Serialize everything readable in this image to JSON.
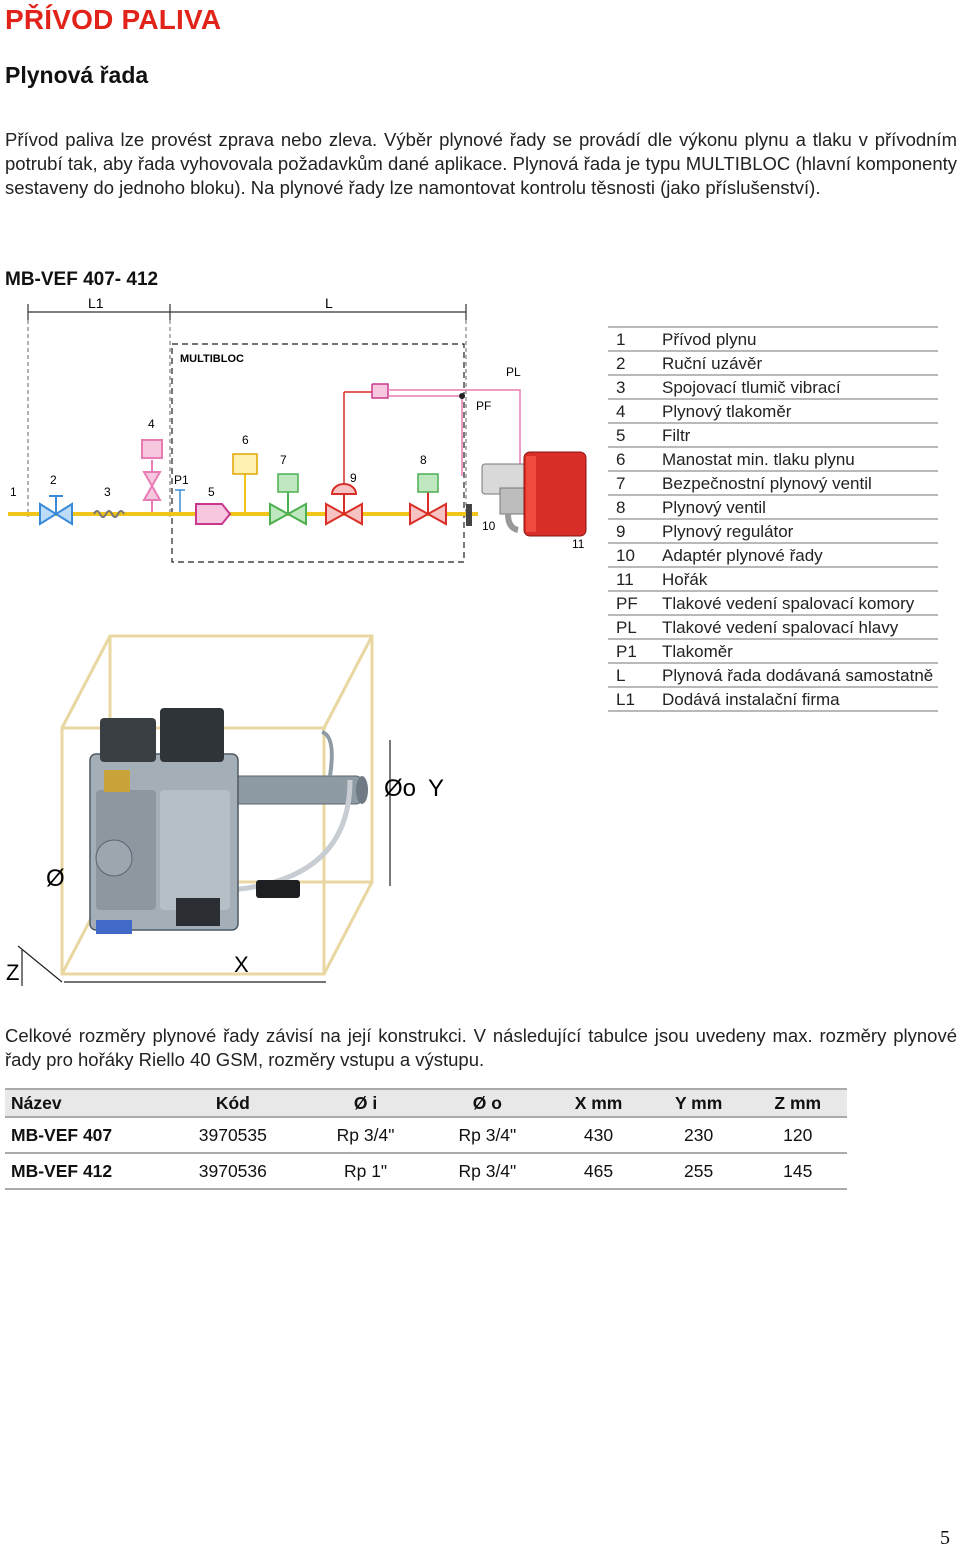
{
  "title": "PŘÍVOD PALIVA",
  "subtitle": "Plynová řada",
  "intro": "Přívod paliva lze provést zprava nebo zleva. Výběr plynové řady se provádí dle výkonu plynu a tlaku v přívodním potrubí tak, aby řada vyhovovala požadavkům dané aplikace. Plynová řada je typu MULTIBLOC (hlavní komponenty sestaveny do jednoho bloku). Na plynové řady lze namontovat kontrolu těsnosti (jako příslušenství).",
  "model_heading": "MB-VEF 407- 412",
  "schematic": {
    "dim_l1": "L1",
    "dim_l": "L",
    "multibloc": "MULTIBLOC",
    "labels": [
      "1",
      "2",
      "3",
      "4",
      "P1",
      "5",
      "6",
      "7",
      "9",
      "8",
      "PL",
      "PF",
      "10",
      "11"
    ]
  },
  "legend": [
    {
      "key": "1",
      "text": "Přívod plynu"
    },
    {
      "key": "2",
      "text": "Ruční uzávěr"
    },
    {
      "key": "3",
      "text": "Spojovací tlumič vibrací"
    },
    {
      "key": "4",
      "text": "Plynový tlakoměr"
    },
    {
      "key": "5",
      "text": "Filtr"
    },
    {
      "key": "6",
      "text": "Manostat min. tlaku plynu"
    },
    {
      "key": "7",
      "text": "Bezpečnostní plynový ventil"
    },
    {
      "key": "8",
      "text": "Plynový ventil"
    },
    {
      "key": "9",
      "text": "Plynový regulátor"
    },
    {
      "key": "10",
      "text": "Adaptér plynové řady"
    },
    {
      "key": "11",
      "text": "Hořák"
    },
    {
      "key": "PF",
      "text": "Tlakové vedení spalovací komory"
    },
    {
      "key": "PL",
      "text": "Tlakové vedení spalovací hlavy"
    },
    {
      "key": "P1",
      "text": "Tlakoměr"
    },
    {
      "key": "L",
      "text": "Plynová řada dodávaná samostatně"
    },
    {
      "key": "L1",
      "text": "Dodává instalační firma"
    }
  ],
  "photo_dims": {
    "dia_o": "Øo",
    "y": "Y",
    "dia": "Ø",
    "z": "Z",
    "x": "X"
  },
  "outro": "Celkové rozměry plynové řady závisí na její konstrukci. V následující tabulce jsou uvedeny max. rozměry plynové řady pro hořáky Riello 40 GSM, rozměry vstupu a výstupu.",
  "table": {
    "headers": [
      "Název",
      "Kód",
      "Ø i",
      "Ø o",
      "X mm",
      "Y mm",
      "Z mm"
    ],
    "rows": [
      [
        "MB-VEF 407",
        "3970535",
        "Rp 3/4\"",
        "Rp 3/4\"",
        "430",
        "230",
        "120"
      ],
      [
        "MB-VEF 412",
        "3970536",
        "Rp 1\"",
        "Rp 3/4\"",
        "465",
        "255",
        "145"
      ]
    ]
  },
  "page_number": "5",
  "colors": {
    "heading": "#e2231a",
    "pipe_yellow": "#f0c419",
    "pipe_pink": "#e87cb4",
    "burner_red": "#d92d27",
    "valve_green": "#4caf50",
    "valve_blue": "#3a8ad8"
  }
}
